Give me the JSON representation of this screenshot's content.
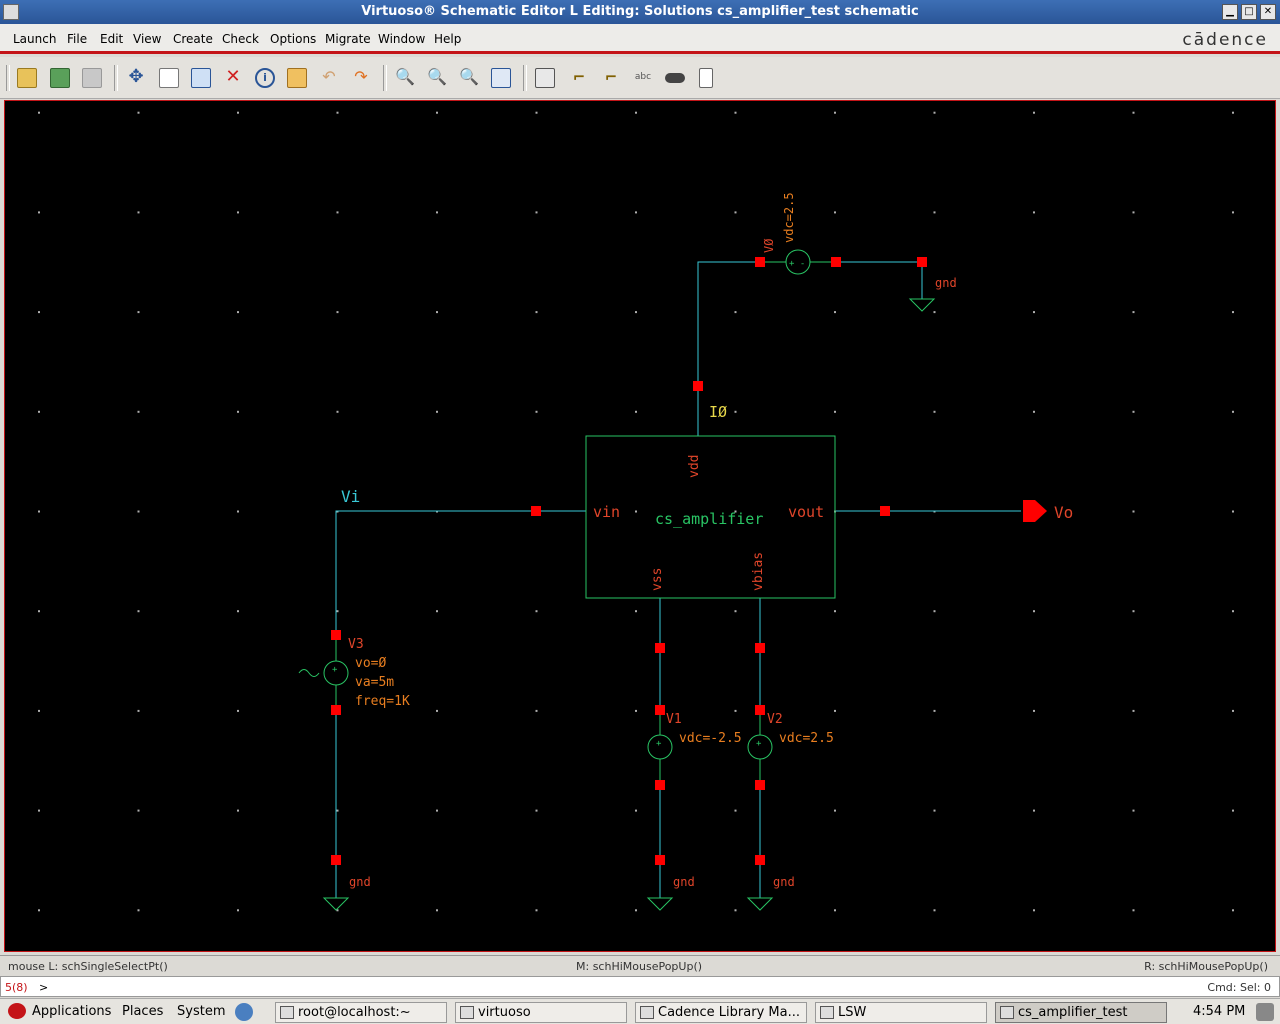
{
  "window": {
    "title": "Virtuoso® Schematic Editor L Editing: Solutions cs_amplifier_test schematic",
    "controls": [
      "▁",
      "□",
      "✕"
    ]
  },
  "menu": {
    "items": [
      "Launch",
      "File",
      "Edit",
      "View",
      "Create",
      "Check",
      "Options",
      "Migrate",
      "Window",
      "Help"
    ],
    "brand": "cādence"
  },
  "toolbar": {
    "icons": [
      "open-icon",
      "save-check-icon",
      "save-icon",
      "move-icon",
      "copy-icon",
      "stretch-icon",
      "delete-icon",
      "properties-icon",
      "hierarchy-icon",
      "undo-icon",
      "redo-icon",
      "zoom-fit-icon",
      "zoom-out-icon",
      "zoom-in-icon",
      "zoom-box-icon",
      "add-instance-icon",
      "wire-icon",
      "wire-narrow-icon",
      "wire-name-icon",
      "pin-icon",
      "note-icon"
    ]
  },
  "schematic": {
    "colors": {
      "wire": "#39c8d6",
      "instance": "#29c464",
      "pin": "#ff0000",
      "label": "#e0452a",
      "param": "#e87e20",
      "netname": "#e8d84a",
      "dot": "#b0b0b0"
    },
    "block": {
      "name": "cs_amplifier",
      "pins": {
        "vin": "vin",
        "vout": "vout",
        "vdd": "vdd",
        "vss": "vss",
        "vbias": "vbias"
      },
      "instance": "I0_label"
    },
    "instance_label": "IØ",
    "nets": {
      "vi": "Vi",
      "vo": "Vo"
    },
    "sources": {
      "v0": {
        "name": "VØ",
        "param": "vdc=2.5"
      },
      "v1": {
        "name": "V1",
        "param": "vdc=-2.5"
      },
      "v2": {
        "name": "V2",
        "param": "vdc=2.5"
      },
      "v3": {
        "name": "V3",
        "params": [
          "vo=Ø",
          "va=5m",
          "freq=1K"
        ]
      }
    },
    "gnd": "gnd"
  },
  "status": {
    "left": "mouse L: schSingleSelectPt()",
    "mid": "M: schHiMousePopUp()",
    "right": "R: schHiMousePopUp()"
  },
  "cmd": {
    "count": "5(8)",
    "prompt": ">",
    "sel": "Cmd: Sel: 0"
  },
  "taskbar": {
    "apps": "Applications",
    "places": "Places",
    "system": "System",
    "items": [
      "root@localhost:~",
      "virtuoso",
      "Cadence Library Ma...",
      "LSW",
      "cs_amplifier_test"
    ],
    "clock": "4:54 PM"
  }
}
